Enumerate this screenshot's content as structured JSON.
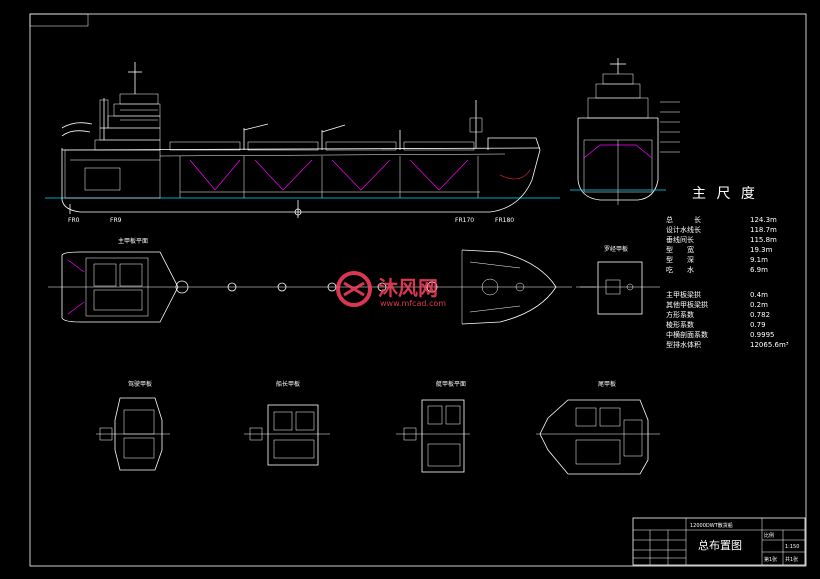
{
  "frame_tab": "",
  "title_main_dims": "主 尺 度",
  "dimensions": [
    {
      "label": "总　　　长",
      "value": "124.3m"
    },
    {
      "label": "设计水线长",
      "value": "118.7m"
    },
    {
      "label": "垂线间长",
      "value": "115.8m"
    },
    {
      "label": "型　　宽",
      "value": "19.3m"
    },
    {
      "label": "型　　深",
      "value": "9.1m"
    },
    {
      "label": "吃　　水",
      "value": "6.9m"
    }
  ],
  "coefficients": [
    {
      "label": "主甲板梁拱",
      "value": "0.4m"
    },
    {
      "label": "其他甲板梁拱",
      "value": "0.2m"
    },
    {
      "label": "方形系数",
      "value": "0.782"
    },
    {
      "label": "棱形系数",
      "value": "0.79"
    },
    {
      "label": "中横剖面系数",
      "value": "0.9995"
    },
    {
      "label": "型排水体积",
      "value": "12065.6m³"
    }
  ],
  "plan_labels": {
    "main_deck": "主甲板平面",
    "compass_deck": "罗经甲板",
    "bridge_deck": "驾驶甲板",
    "captain_deck": "船长甲板",
    "boat_deck": "艇甲板平面",
    "poop_deck": "尾甲板"
  },
  "profile_marks": {
    "fr_left": "FR0",
    "fr_left2": "FR9",
    "fr_right": "FR170",
    "fr_right2": "FR180"
  },
  "watermark": {
    "brand": "沐风网",
    "url": "www.mfcad.com"
  },
  "title_block": {
    "drawing_name": "总布置图",
    "project_line": "12000DWT散货船",
    "scale_label": "比例",
    "scale_value": "1:150",
    "sheet_label": "第1张",
    "sheets_label": "共1张"
  },
  "colors": {
    "background": "#000000",
    "lines": "#ffffff",
    "accent_magenta": "#ff00ff",
    "accent_red": "#ff3030",
    "accent_cyan": "#00e0ff",
    "watermark": "#ff4060"
  }
}
